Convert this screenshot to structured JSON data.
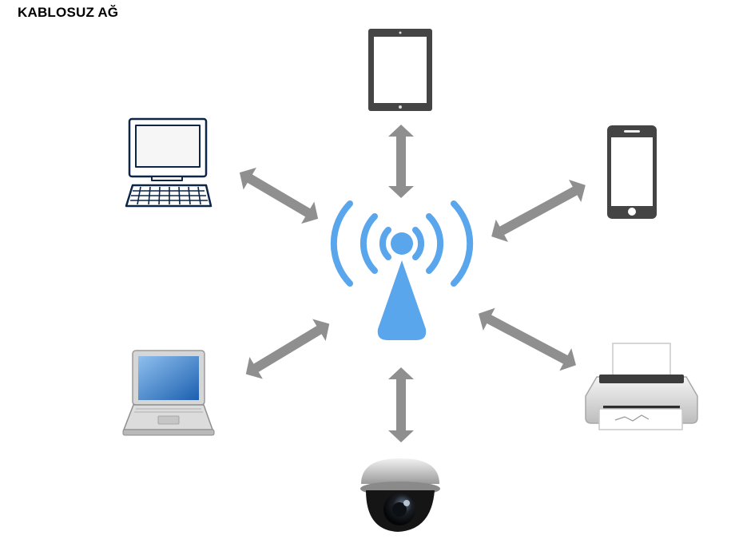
{
  "title": "KABLOSUZ AĞ",
  "hub": {
    "icon": "wifi-antenna-icon",
    "color": "#5aa6ec"
  },
  "devices": [
    {
      "name": "tablet",
      "icon": "tablet-icon"
    },
    {
      "name": "smartphone",
      "icon": "smartphone-icon"
    },
    {
      "name": "printer",
      "icon": "printer-icon"
    },
    {
      "name": "security-camera",
      "icon": "security-camera-icon"
    },
    {
      "name": "laptop",
      "icon": "laptop-icon"
    },
    {
      "name": "desktop-computer",
      "icon": "desktop-computer-icon"
    }
  ],
  "connector": {
    "style": "double-headed-arrow",
    "color": "#8f8f8f"
  }
}
